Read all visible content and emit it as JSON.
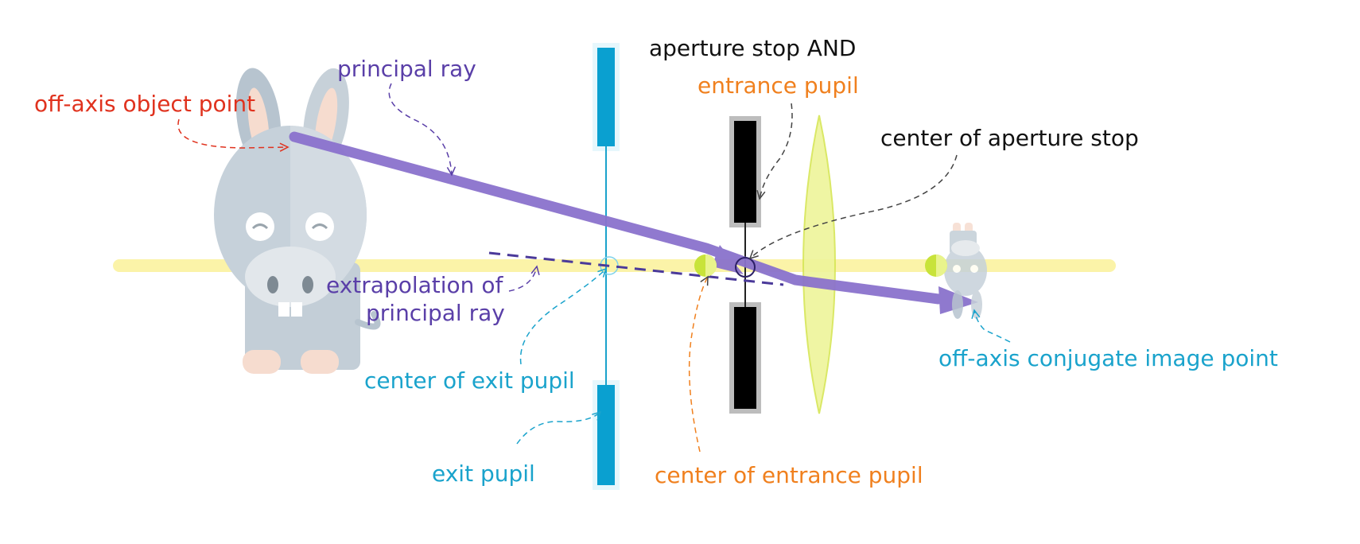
{
  "colors": {
    "object_label": "#e0321e",
    "principal_ray": "#5a3fa8",
    "exit_pupil": "#1aa3cc",
    "entrance_pupil": "#f0801e",
    "black_text": "#111111",
    "ray_fill": "#8a72cc",
    "axis": "#fbf3a8",
    "exit_pupil_fill": "#0aa0d0",
    "aperture_stop_fill": "#000000",
    "lens_fill": "#eef59a"
  },
  "labels": {
    "object_point": "off-axis object point",
    "principal_ray": "principal ray",
    "aperture_stop_and": "aperture stop AND",
    "entrance_pupil": "entrance pupil",
    "center_aperture_stop": "center of aperture stop",
    "extrapolation_line1": "extrapolation of",
    "extrapolation_line2": "principal ray",
    "image_point": "off-axis conjugate image point",
    "center_exit_pupil": "center of exit pupil",
    "exit_pupil": "exit pupil",
    "center_entrance_pupil": "center of entrance pupil"
  },
  "icons": {
    "object": "donkey-icon",
    "image": "inverted-donkey-icon"
  }
}
